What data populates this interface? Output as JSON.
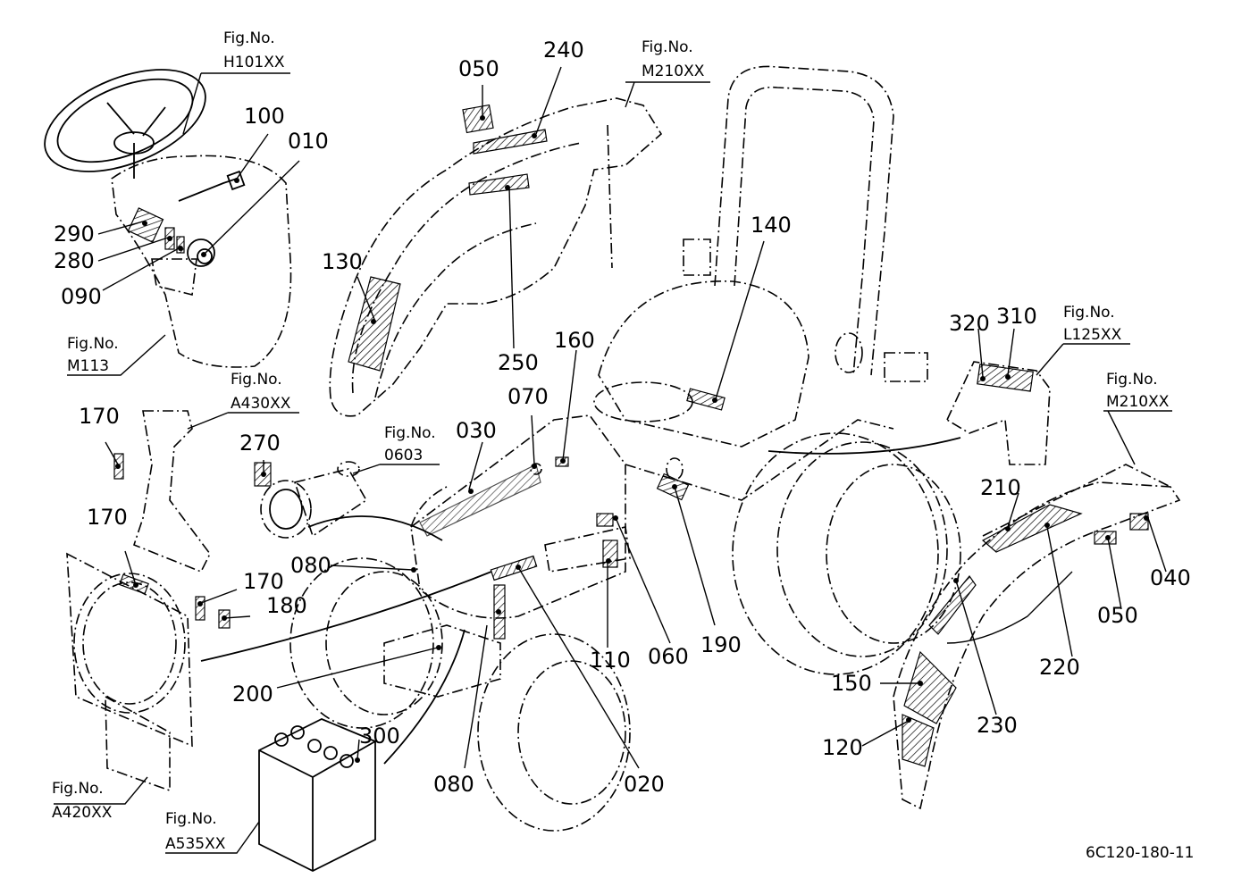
{
  "figure_refs": {
    "h101": [
      "Fig.No.",
      "H101XX"
    ],
    "m210_top": [
      "Fig.No.",
      "M210XX"
    ],
    "m113": [
      "Fig.No.",
      "M113"
    ],
    "a430": [
      "Fig.No.",
      "A430XX"
    ],
    "f0603": [
      "Fig.No.",
      "0603"
    ],
    "l125": [
      "Fig.No.",
      "L125XX"
    ],
    "m210_right": [
      "Fig.No.",
      "M210XX"
    ],
    "a420": [
      "Fig.No.",
      "A420XX"
    ],
    "a535": [
      "Fig.No.",
      "A535XX"
    ]
  },
  "part_numbers": {
    "p100": "100",
    "p010": "010",
    "p290": "290",
    "p280": "280",
    "p090": "090",
    "p050_top": "050",
    "p240": "240",
    "p130": "130",
    "p250": "250",
    "p140": "140",
    "p170_a": "170",
    "p170_b": "170",
    "p170_c": "170",
    "p180": "180",
    "p270": "270",
    "p030": "030",
    "p070": "070",
    "p160": "160",
    "p080_a": "080",
    "p080_b": "080",
    "p200": "200",
    "p300": "300",
    "p020": "020",
    "p110": "110",
    "p060": "060",
    "p190": "190",
    "p320": "320",
    "p310": "310",
    "p210": "210",
    "p040": "040",
    "p050_right": "050",
    "p220": "220",
    "p150": "150",
    "p230": "230",
    "p120": "120"
  },
  "drawing_code": "6C120-180-11"
}
